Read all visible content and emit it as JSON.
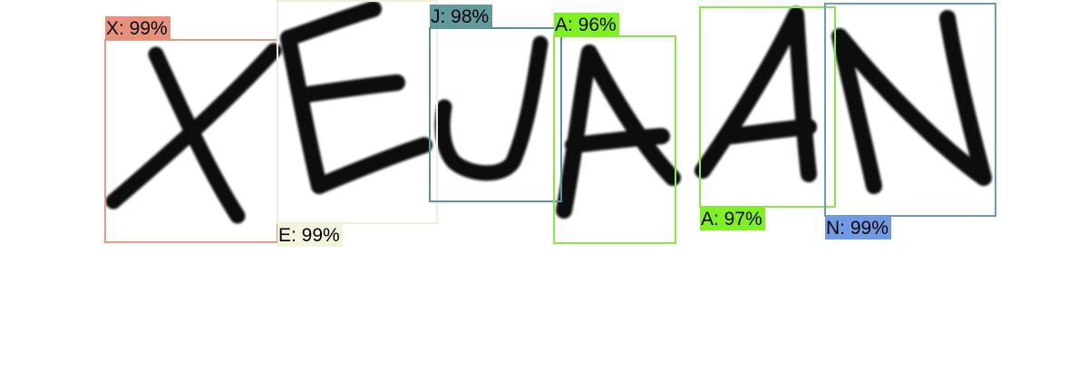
{
  "image": {
    "characters": [
      "X",
      "E",
      "J",
      "A",
      "A",
      "N"
    ]
  },
  "detections": [
    {
      "char": "X",
      "label": "X: 99%",
      "confidence": 0.99,
      "box_color": "#e59a83",
      "tag_color": "#e8907a"
    },
    {
      "char": "E",
      "label": "E: 99%",
      "confidence": 0.99,
      "box_color": "#eef0dc",
      "tag_color": "#f4f4dc"
    },
    {
      "char": "J",
      "label": "J: 98%",
      "confidence": 0.98,
      "box_color": "#5f9496",
      "tag_color": "#5f9a9c"
    },
    {
      "char": "A",
      "label": "A: 96%",
      "confidence": 0.96,
      "box_color": "#8ae844",
      "tag_color": "#7ff022"
    },
    {
      "char": "A",
      "label": "A: 97%",
      "confidence": 0.97,
      "box_color": "#8ae844",
      "tag_color": "#7ff022"
    },
    {
      "char": "N",
      "label": "N: 99%",
      "confidence": 0.99,
      "box_color": "#6d98c6",
      "tag_color": "#6f9ae4"
    }
  ]
}
